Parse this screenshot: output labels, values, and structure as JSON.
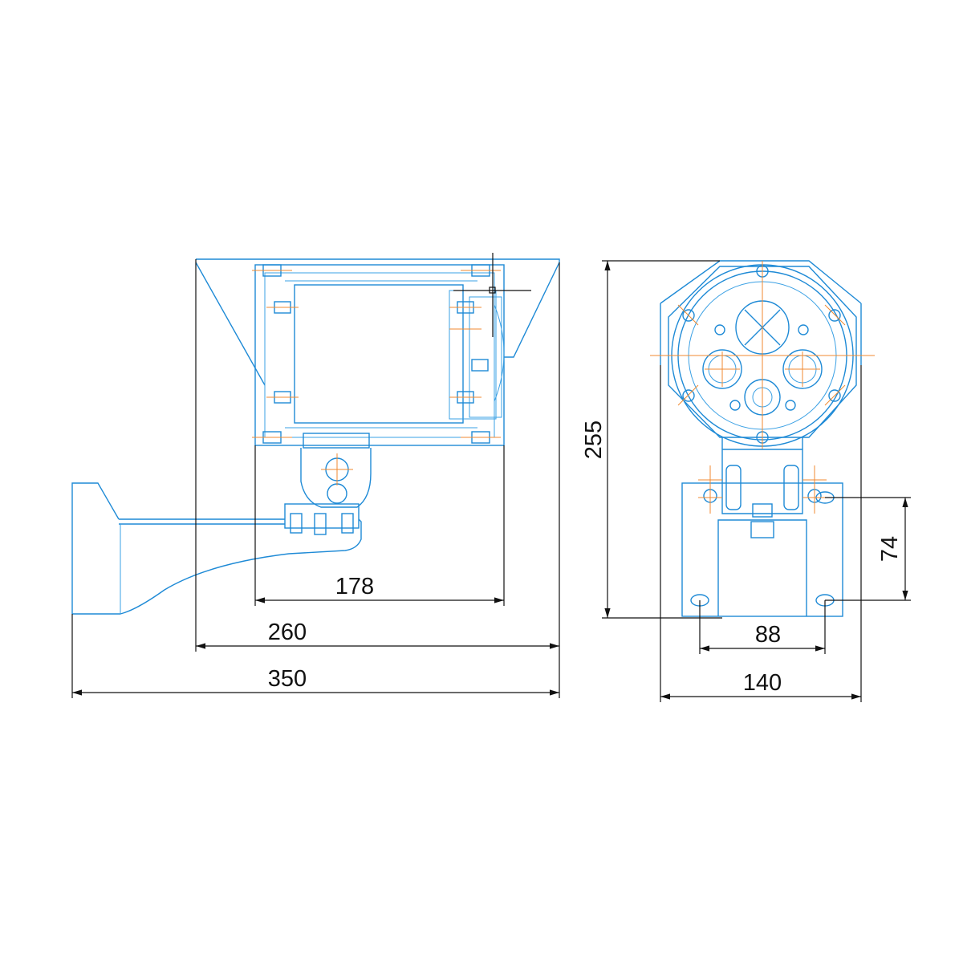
{
  "dimensions": {
    "d178": "178",
    "d260": "260",
    "d350": "350",
    "d255": "255",
    "d74": "74",
    "d88": "88",
    "d140": "140"
  },
  "colors": {
    "outline": "#1e8ad6",
    "centerline": "#f08a30",
    "dimension": "#111111"
  }
}
